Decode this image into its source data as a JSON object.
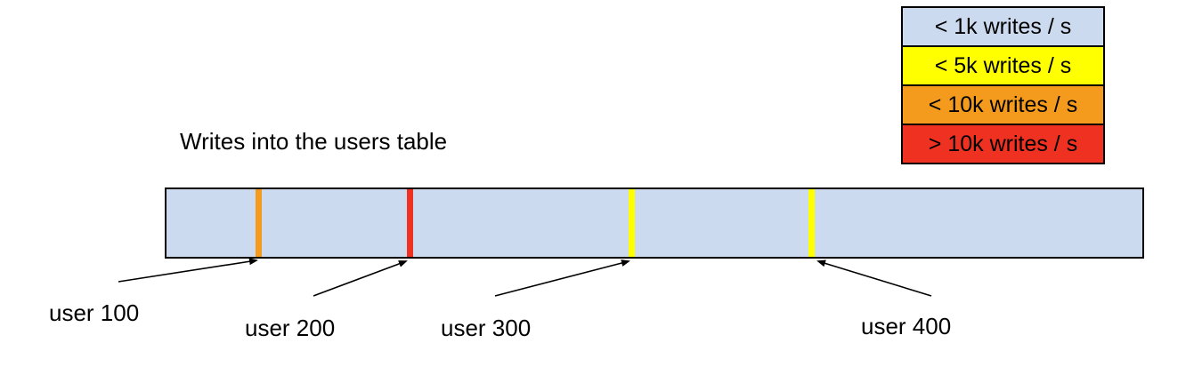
{
  "title": "Writes into the users table",
  "legend": {
    "items": [
      {
        "label": "< 1k writes / s",
        "color": "#cbdaef"
      },
      {
        "label": "< 5k writes / s",
        "color": "#ffff00"
      },
      {
        "label": "< 10k writes / s",
        "color": "#f49b1d"
      },
      {
        "label": "> 10k writes / s",
        "color": "#ee3121"
      }
    ]
  },
  "table": {
    "fill": "#cbdaef",
    "markers": [
      {
        "user": "user 100",
        "rate": "< 10k writes / s",
        "color": "#f49b1d",
        "position_pct": 9.4
      },
      {
        "user": "user 200",
        "rate": "> 10k writes / s",
        "color": "#ee3121",
        "position_pct": 24.9
      },
      {
        "user": "user 300",
        "rate": "< 5k writes / s",
        "color": "#ffff00",
        "position_pct": 47.6
      },
      {
        "user": "user 400",
        "rate": "< 5k writes / s",
        "color": "#ffff00",
        "position_pct": 66.1
      }
    ]
  }
}
